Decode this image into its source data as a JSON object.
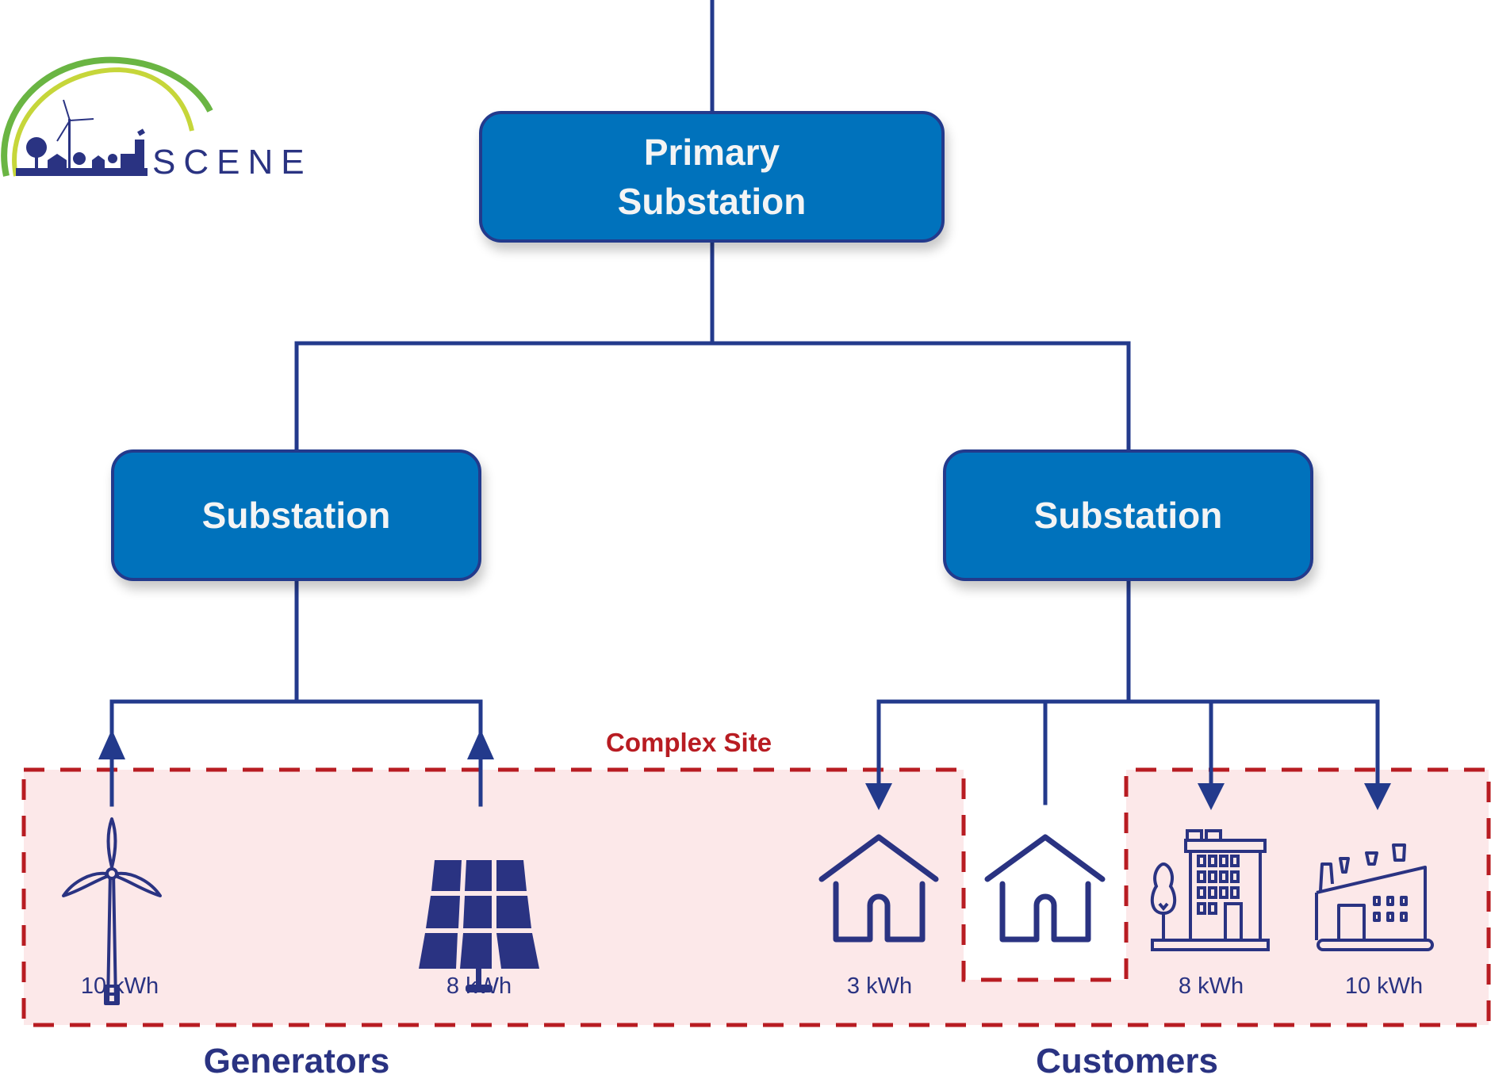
{
  "logo": {
    "text": "SCENE",
    "colors": {
      "arc_outer": "#6ab543",
      "arc_inner": "#c6d63a",
      "skyline": "#2a3382"
    }
  },
  "nodes": {
    "primary": {
      "label": "Primary\nSubstation"
    },
    "left_substation": {
      "label": "Substation"
    },
    "right_substation": {
      "label": "Substation"
    }
  },
  "complex_site": {
    "label": "Complex Site"
  },
  "generators": {
    "group_label": "Generators",
    "items": [
      {
        "icon": "wind-turbine-icon",
        "value": "10 kWh",
        "flow": "up"
      },
      {
        "icon": "solar-panel-icon",
        "value": "8 kWh",
        "flow": "up"
      }
    ]
  },
  "customers": {
    "group_label": "Customers",
    "items": [
      {
        "icon": "house-icon",
        "value": "3 kWh",
        "flow": "down",
        "in_complex_site": true
      },
      {
        "icon": "house-icon",
        "value": "",
        "flow": "none",
        "in_complex_site": false
      },
      {
        "icon": "office-building-icon",
        "value": "8 kWh",
        "flow": "down",
        "in_complex_site": true
      },
      {
        "icon": "factory-icon",
        "value": "10 kWh",
        "flow": "down",
        "in_complex_site": true
      }
    ]
  },
  "colors": {
    "line": "#233a8c",
    "box_fill": "#0072bc",
    "box_border": "#233a8c",
    "site_border": "#b81c22",
    "site_fill": "#fce8e9",
    "icon": "#2a3382"
  }
}
